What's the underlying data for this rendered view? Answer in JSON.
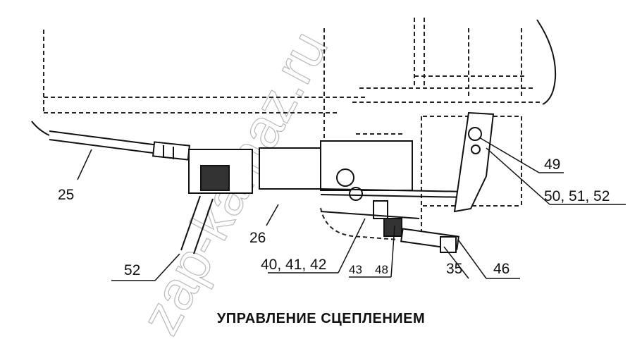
{
  "watermark": "zap-kamaz.ru",
  "caption": "УПРАВЛЕНИЕ СЦЕПЛЕНИЕМ",
  "callouts": {
    "c25": "25",
    "c26": "26",
    "c52": "52",
    "c40_41_42": "40, 41, 42",
    "c43": "43",
    "c48": "48",
    "c35": "35",
    "c46": "46",
    "c49": "49",
    "c50_51_52": "50, 51, 52"
  }
}
